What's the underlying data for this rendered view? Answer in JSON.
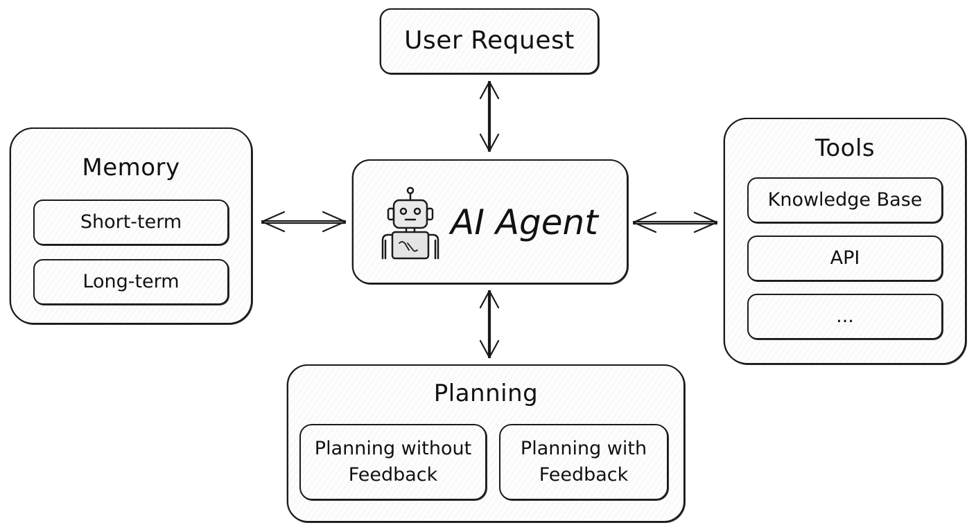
{
  "diagram": {
    "user_request": {
      "label": "User Request"
    },
    "agent": {
      "label": "AI Agent",
      "icon": "robot-icon"
    },
    "memory": {
      "title": "Memory",
      "items": [
        {
          "label": "Short-term"
        },
        {
          "label": "Long-term"
        }
      ]
    },
    "tools": {
      "title": "Tools",
      "items": [
        {
          "label": "Knowledge Base"
        },
        {
          "label": "API"
        },
        {
          "label": "..."
        }
      ]
    },
    "planning": {
      "title": "Planning",
      "items": [
        {
          "label": "Planning without Feedback"
        },
        {
          "label": "Planning with Feedback"
        }
      ]
    },
    "connections": [
      {
        "from": "User Request",
        "to": "AI Agent",
        "type": "bidirectional"
      },
      {
        "from": "Memory",
        "to": "AI Agent",
        "type": "bidirectional"
      },
      {
        "from": "AI Agent",
        "to": "Tools",
        "type": "bidirectional"
      },
      {
        "from": "AI Agent",
        "to": "Planning",
        "type": "bidirectional"
      }
    ]
  }
}
